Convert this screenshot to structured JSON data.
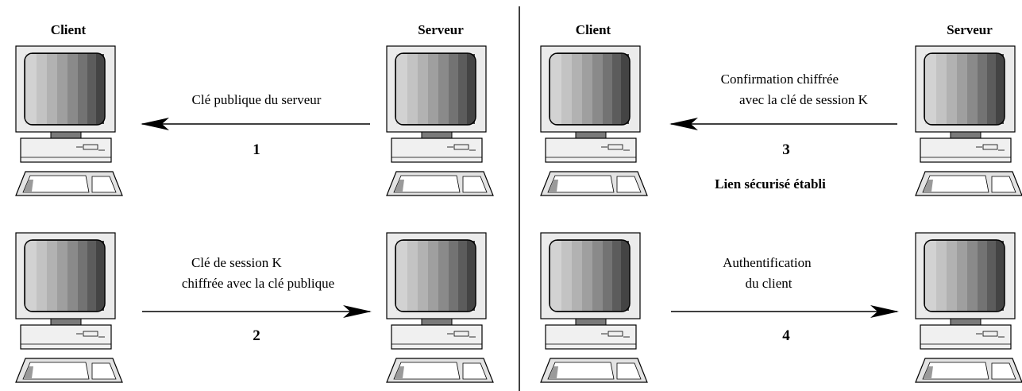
{
  "headers": {
    "left_client": "Client",
    "left_server": "Serveur",
    "right_client": "Client",
    "right_server": "Serveur"
  },
  "steps": [
    {
      "number": "1",
      "direction": "server-to-client",
      "label_lines": [
        "Clé publique du serveur"
      ]
    },
    {
      "number": "2",
      "direction": "client-to-server",
      "label_lines": [
        "Clé de session K",
        "chiffrée avec la clé publique"
      ]
    },
    {
      "number": "3",
      "direction": "server-to-client",
      "label_lines": [
        "Confirmation chiffrée",
        "avec la clé de session K"
      ]
    },
    {
      "number": "4",
      "direction": "client-to-server",
      "label_lines": [
        "Authentification",
        "du client"
      ]
    }
  ],
  "status": {
    "secure_link": "Lien sécurisé établi"
  },
  "computer_icon": "desktop-computer-icon"
}
